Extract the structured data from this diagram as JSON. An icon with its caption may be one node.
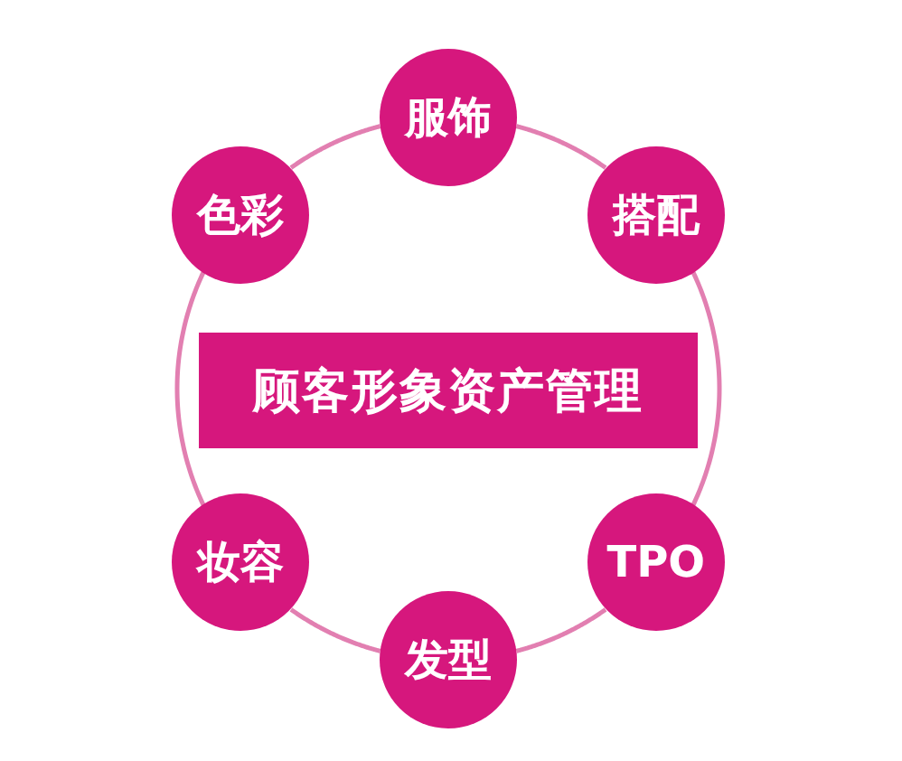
{
  "diagram": {
    "nodes": [
      {
        "text": [
          "服饰"
        ]
      },
      {
        "text": [
          "色彩"
        ]
      },
      {
        "text": [
          "搭配"
        ]
      },
      {
        "text": [
          "顾客形象资产管理"
        ]
      },
      {
        "text": [
          "妆容"
        ]
      },
      {
        "text": [
          "TPO"
        ]
      },
      {
        "text": [
          "发型"
        ]
      }
    ],
    "edges": [
      {
        "from": 0,
        "to": 2,
        "arrow": "none"
      },
      {
        "from": 2,
        "to": 5,
        "arrow": "none"
      },
      {
        "from": 5,
        "to": 6,
        "arrow": "none"
      },
      {
        "from": 6,
        "to": 4,
        "arrow": "none"
      },
      {
        "from": 4,
        "to": 1,
        "arrow": "none"
      },
      {
        "from": 1,
        "to": 0,
        "arrow": "none"
      }
    ]
  }
}
